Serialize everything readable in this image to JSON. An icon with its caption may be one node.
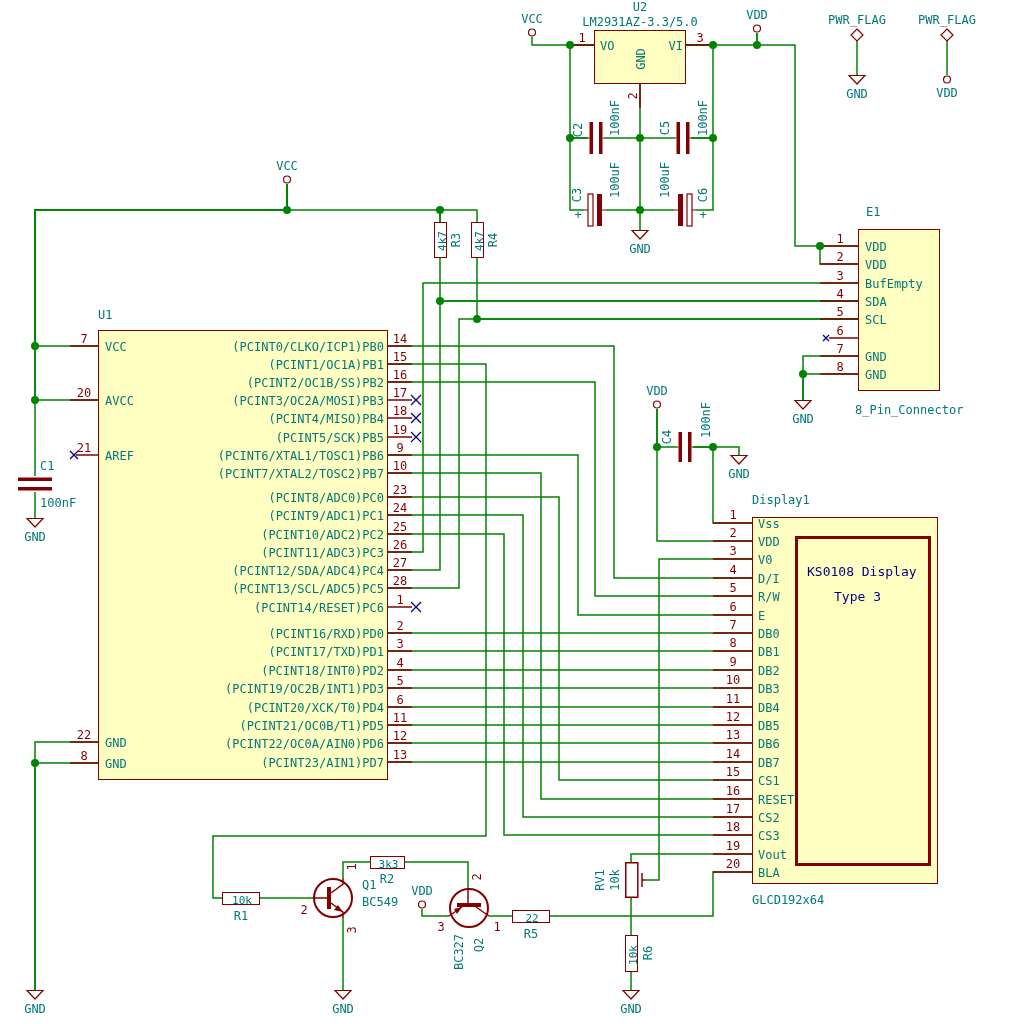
{
  "diagram": {
    "nodes": [
      {
        "text": [
          "U2",
          "LM2931AZ-3.3/5.0",
          "VO",
          "VI",
          "GND"
        ],
        "beside": [
          "1",
          "3",
          "2"
        ]
      },
      {
        "text": [
          "VCC"
        ]
      },
      {
        "text": [
          "VDD"
        ]
      },
      {
        "text": [
          "PWR_FLAG"
        ]
      },
      {
        "text": [
          "GND"
        ]
      },
      {
        "text": [
          "PWR_FLAG"
        ]
      },
      {
        "text": [
          "VDD"
        ]
      },
      {
        "text": [
          "C2",
          "100nF"
        ]
      },
      {
        "text": [
          "C5",
          "100nF"
        ]
      },
      {
        "text": [
          "C3",
          "100uF",
          "+"
        ]
      },
      {
        "text": [
          "C6",
          "100uF",
          "+"
        ]
      },
      {
        "text": [
          "GND"
        ]
      },
      {
        "text": [
          "VCC"
        ]
      },
      {
        "text": [
          "R3",
          "4k7"
        ]
      },
      {
        "text": [
          "R4",
          "4k7"
        ]
      },
      {
        "text": [
          "E1",
          "VDD",
          "VDD",
          "BufEmpty",
          "SDA",
          "SCL",
          "GND",
          "GND",
          "8_Pin_Connector"
        ],
        "beside": [
          "1",
          "2",
          "3",
          "4",
          "5",
          "6",
          "7",
          "8"
        ]
      },
      {
        "text": [
          "GND"
        ]
      },
      {
        "text": [
          "U1",
          "VCC",
          "AVCC",
          "AREF",
          "GND",
          "GND",
          "(PCINT0/CLKO/ICP1)PB0",
          "(PCINT1/OC1A)PB1",
          "(PCINT2/OC1B/SS)PB2",
          "(PCINT3/OC2A/MOSI)PB3",
          "(PCINT4/MISO)PB4",
          "(PCINT5/SCK)PB5",
          "(PCINT6/XTAL1/TOSC1)PB6",
          "(PCINT7/XTAL2/TOSC2)PB7",
          "(PCINT8/ADC0)PC0",
          "(PCINT9/ADC1)PC1",
          "(PCINT10/ADC2)PC2",
          "(PCINT11/ADC3)PC3",
          "(PCINT12/SDA/ADC4)PC4",
          "(PCINT13/SCL/ADC5)PC5",
          "(PCINT14/RESET)PC6",
          "(PCINT16/RXD)PD0",
          "(PCINT17/TXD)PD1",
          "(PCINT18/INT0)PD2",
          "(PCINT19/OC2B/INT1)PD3",
          "(PCINT20/XCK/T0)PD4",
          "(PCINT21/OC0B/T1)PD5",
          "(PCINT22/OC0A/AIN0)PD6",
          "(PCINT23/AIN1)PD7"
        ],
        "beside": [
          "7",
          "20",
          "21",
          "22",
          "8",
          "14",
          "15",
          "16",
          "17",
          "18",
          "19",
          "9",
          "10",
          "23",
          "24",
          "25",
          "26",
          "27",
          "28",
          "1",
          "2",
          "3",
          "4",
          "5",
          "6",
          "11",
          "12",
          "13"
        ]
      },
      {
        "text": [
          "C1",
          "100nF"
        ]
      },
      {
        "text": [
          "GND"
        ]
      },
      {
        "text": [
          "VDD"
        ]
      },
      {
        "text": [
          "C4",
          "100nF"
        ]
      },
      {
        "text": [
          "GND"
        ]
      },
      {
        "text": [
          "Display1",
          "Vss",
          "VDD",
          "V0",
          "D/I",
          "R/W",
          "E",
          "DB0",
          "DB1",
          "DB2",
          "DB3",
          "DB4",
          "DB5",
          "DB6",
          "DB7",
          "CS1",
          "RESET",
          "CS2",
          "CS3",
          "Vout",
          "BLA",
          "GLCD192x64"
        ],
        "beside": [
          "1",
          "2",
          "3",
          "4",
          "5",
          "6",
          "7",
          "8",
          "9",
          "10",
          "11",
          "12",
          "13",
          "14",
          "15",
          "16",
          "17",
          "18",
          "19",
          "20"
        ]
      },
      {
        "text": [
          "KS0108 Display",
          "Type 3"
        ],
        "in": 23
      },
      {
        "text": [
          "10k",
          "R1"
        ]
      },
      {
        "text": [
          "Q1",
          "BC549"
        ],
        "beside": [
          "1",
          "2",
          "3"
        ]
      },
      {
        "text": [
          "3k3",
          "R2"
        ]
      },
      {
        "text": [
          "VDD"
        ]
      },
      {
        "text": [
          "Q2",
          "BC327"
        ],
        "beside": [
          "2",
          "3",
          "1"
        ]
      },
      {
        "text": [
          "22",
          "R5"
        ]
      },
      {
        "text": [
          "RV1",
          "10k"
        ]
      },
      {
        "text": [
          "R6",
          "10k"
        ]
      },
      {
        "text": [
          "GND"
        ]
      },
      {
        "text": [
          "GND"
        ]
      },
      {
        "text": [
          "GND"
        ]
      }
    ],
    "edges": [
      {
        "from": 1,
        "to": 0,
        "arrow": "none"
      },
      {
        "from": 0,
        "to": 2,
        "arrow": "none"
      },
      {
        "from": 3,
        "to": 4,
        "arrow": "none"
      },
      {
        "from": 5,
        "to": 6,
        "arrow": "none"
      },
      {
        "from": 0,
        "to": 7,
        "arrow": "none"
      },
      {
        "from": 7,
        "to": 9,
        "arrow": "none"
      },
      {
        "from": 0,
        "to": 8,
        "arrow": "none"
      },
      {
        "from": 8,
        "to": 10,
        "arrow": "none"
      },
      {
        "from": 0,
        "to": 11,
        "arrow": "none"
      },
      {
        "from": 7,
        "to": 8,
        "arrow": "none"
      },
      {
        "from": 9,
        "to": 10,
        "arrow": "none"
      },
      {
        "from": 2,
        "to": 15,
        "arrow": "none"
      },
      {
        "from": 12,
        "to": 13,
        "arrow": "none"
      },
      {
        "from": 13,
        "to": 14,
        "arrow": "none"
      },
      {
        "from": 12,
        "to": 17,
        "arrow": "none"
      },
      {
        "from": 12,
        "to": 17,
        "arrow": "none"
      },
      {
        "from": 12,
        "to": 18,
        "arrow": "none"
      },
      {
        "from": 18,
        "to": 19,
        "arrow": "none"
      },
      {
        "from": 17,
        "to": 15,
        "arrow": "none"
      },
      {
        "from": 17,
        "to": 15,
        "arrow": "none"
      },
      {
        "from": 17,
        "to": 15,
        "arrow": "none"
      },
      {
        "from": 13,
        "to": 15,
        "arrow": "none"
      },
      {
        "from": 14,
        "to": 15,
        "arrow": "none"
      },
      {
        "from": 15,
        "to": 16,
        "arrow": "none"
      },
      {
        "from": 15,
        "to": 16,
        "arrow": "none"
      },
      {
        "from": 20,
        "to": 21,
        "arrow": "none"
      },
      {
        "from": 20,
        "to": 23,
        "arrow": "none"
      },
      {
        "from": 21,
        "to": 22,
        "arrow": "none"
      },
      {
        "from": 21,
        "to": 23,
        "arrow": "none"
      },
      {
        "from": 17,
        "to": 23,
        "arrow": "none"
      },
      {
        "from": 17,
        "to": 23,
        "arrow": "none"
      },
      {
        "from": 17,
        "to": 23,
        "arrow": "none"
      },
      {
        "from": 17,
        "to": 23,
        "arrow": "none"
      },
      {
        "from": 17,
        "to": 23,
        "arrow": "none"
      },
      {
        "from": 17,
        "to": 23,
        "arrow": "none"
      },
      {
        "from": 17,
        "to": 23,
        "arrow": "none"
      },
      {
        "from": 17,
        "to": 23,
        "arrow": "none"
      },
      {
        "from": 17,
        "to": 23,
        "arrow": "none"
      },
      {
        "from": 17,
        "to": 23,
        "arrow": "none"
      },
      {
        "from": 17,
        "to": 23,
        "arrow": "none"
      },
      {
        "from": 17,
        "to": 23,
        "arrow": "none"
      },
      {
        "from": 17,
        "to": 23,
        "arrow": "none"
      },
      {
        "from": 17,
        "to": 23,
        "arrow": "none"
      },
      {
        "from": 17,
        "to": 23,
        "arrow": "none"
      },
      {
        "from": 17,
        "to": 25,
        "arrow": "none"
      },
      {
        "from": 23,
        "to": 31,
        "arrow": "none"
      },
      {
        "from": 23,
        "to": 31,
        "arrow": "none"
      },
      {
        "from": 23,
        "to": 30,
        "arrow": "none"
      },
      {
        "from": 31,
        "to": 32,
        "arrow": "none"
      },
      {
        "from": 32,
        "to": 35,
        "arrow": "none"
      },
      {
        "from": 30,
        "to": 29,
        "arrow": "none"
      },
      {
        "from": 28,
        "to": 29,
        "arrow": "none"
      },
      {
        "from": 27,
        "to": 29,
        "arrow": "none"
      },
      {
        "from": 25,
        "to": 26,
        "arrow": "none"
      },
      {
        "from": 26,
        "to": 27,
        "arrow": "none"
      },
      {
        "from": 26,
        "to": 34,
        "arrow": "none"
      },
      {
        "from": 17,
        "to": 33,
        "arrow": "none"
      },
      {
        "from": 17,
        "to": 33,
        "arrow": "none"
      }
    ]
  }
}
